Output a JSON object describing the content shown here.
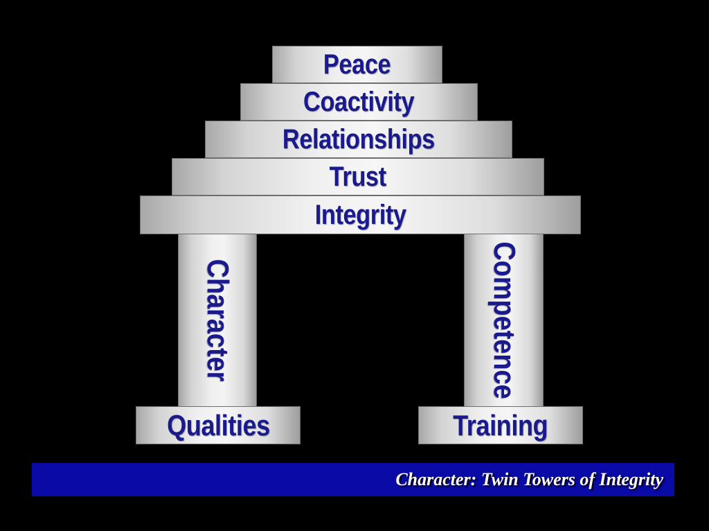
{
  "levels": {
    "peace": "Peace",
    "coactivity": "Coactivity",
    "relationships": "Relationships",
    "trust": "Trust",
    "integrity": "Integrity"
  },
  "pillars": {
    "left": "Character",
    "right": "Competence"
  },
  "bases": {
    "left": "Qualities",
    "right": "Training"
  },
  "caption": "Character: Twin Towers of Integrity"
}
